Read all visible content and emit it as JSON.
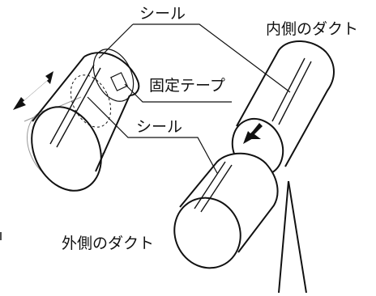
{
  "labels": {
    "seal_top": "シール",
    "inner_duct": "内側のダクト",
    "fixing_tape": "固定テープ",
    "seal_middle": "シール",
    "outer_duct": "外側のダクト"
  }
}
